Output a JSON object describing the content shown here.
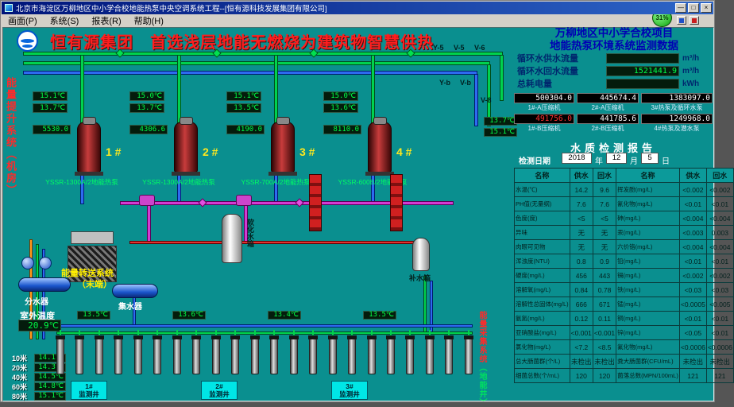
{
  "window": {
    "title": "北京市海淀区万柳地区中小学合校地能热泵中央空调系统工程--[恒有源科技发展集团有限公司]",
    "controls": {
      "minimize": "—",
      "maximize": "□",
      "close": "×"
    },
    "menu": [
      {
        "label": "画面(P)"
      },
      {
        "label": "系统(S)"
      },
      {
        "label": "报表(R)"
      },
      {
        "label": "帮助(H)"
      }
    ],
    "progress_badge": "31%"
  },
  "header": {
    "slogan": "恒有源集团　首选浅层地能无燃烧为建筑物智慧供热",
    "project_line1": "万柳地区中小学合校项目",
    "project_line2": "地能热泵环境系统监测数据"
  },
  "flows": [
    {
      "label": "循环水供水流量",
      "value": "",
      "unit": "m³/h"
    },
    {
      "label": "循环水回水流量",
      "value": "1521441.9",
      "unit": "m³/h"
    },
    {
      "label": "总耗电量",
      "value": "",
      "unit": "kWh"
    }
  ],
  "meters": [
    {
      "value": "500304.0",
      "label": "1#-A压缩机"
    },
    {
      "value": "445674.4",
      "label": "2#-A压缩机"
    },
    {
      "value": "1383097.0",
      "label": "3#热泵及循环水泵"
    },
    {
      "value": "491756.0",
      "label": "1#-B压缩机"
    },
    {
      "value": "441785.6",
      "label": "2#-B压缩机"
    },
    {
      "value": "1249968.0",
      "label": "4#热泵及潜水泵"
    }
  ],
  "units": [
    {
      "id": "1 #",
      "model": "YSSR-1300A/2地能热泵",
      "flow": "5530.0",
      "t_out": "15.1℃",
      "t_in": "13.7℃"
    },
    {
      "id": "2 #",
      "model": "YSSR-1300A/2地能热泵",
      "flow": "4306.6",
      "t_out": "15.0℃",
      "t_in": "13.7℃"
    },
    {
      "id": "3 #",
      "model": "YSSR-700A/2地能热泵",
      "flow": "4190.0",
      "t_out": "15.1℃",
      "t_in": "13.5℃"
    },
    {
      "id": "4 #",
      "model": "YSSR-600B/2地能热泵",
      "flow": "8110.0",
      "t_out": "15.0℃",
      "t_in": "13.6℃"
    }
  ],
  "pipe_labels": [
    "Y-5",
    "V-5",
    "V-6",
    "Y-b",
    "V-b",
    "V-8"
  ],
  "equipment": {
    "divider_label": "分水器",
    "collector_label": "集水器",
    "soft_tank_label": "软化水箱",
    "makeup_tank_label": "补水箱",
    "transfer_line1": "能量转送系统",
    "transfer_line2": "（末端）",
    "lift_system": "能量提升系统",
    "lift_system_sub": "（机房）",
    "collect_system": "能量采集系统",
    "collect_system_sub": "（地能井）"
  },
  "extra_sensors": [
    {
      "value": "13.5℃"
    },
    {
      "value": "13.6℃"
    },
    {
      "value": "13.4℃"
    },
    {
      "value": "13.5℃"
    },
    {
      "value": "13.7℃"
    },
    {
      "value": "15.1℃"
    }
  ],
  "outdoor": {
    "label": "室外温度",
    "value": "20.9℃"
  },
  "depths": [
    {
      "depth": "10米",
      "temp": "14.1℃"
    },
    {
      "depth": "20米",
      "temp": "14.3℃"
    },
    {
      "depth": "40米",
      "temp": "14.5℃"
    },
    {
      "depth": "60米",
      "temp": "14.8℃"
    },
    {
      "depth": "80米",
      "temp": "15.1℃"
    }
  ],
  "wells": {
    "monitors": [
      {
        "no": "1#",
        "name": "监测井"
      },
      {
        "no": "2#",
        "name": "监测井"
      },
      {
        "no": "3#",
        "name": "监测井"
      }
    ]
  },
  "water_quality": {
    "title": "水质检测报告",
    "date_label": "检测日期",
    "date": {
      "year": "2018",
      "year_unit": "年",
      "month": "12",
      "month_unit": "月",
      "day": "5",
      "day_unit": "日"
    },
    "headers": [
      "名称",
      "供水",
      "回水",
      "名称",
      "供水",
      "回水"
    ],
    "rows": [
      [
        "水温(℃)",
        "14.2",
        "9.6",
        "挥发酚(mg/L)",
        "<0.002",
        "<0.002"
      ],
      [
        "PH值(无量纲)",
        "7.6",
        "7.6",
        "氰化物(mg/L)",
        "<0.01",
        "<0.01"
      ],
      [
        "色度(度)",
        "<5",
        "<5",
        "砷(mg/L)",
        "<0.004",
        "<0.004"
      ],
      [
        "异味",
        "无",
        "无",
        "汞(mg/L)",
        "<0.003",
        "0.003"
      ],
      [
        "肉眼可见物",
        "无",
        "无",
        "六价铬(mg/L)",
        "<0.004",
        "<0.004"
      ],
      [
        "浑浊度(NTU)",
        "0.8",
        "0.9",
        "铅(mg/L)",
        "<0.01",
        "<0.01"
      ],
      [
        "硬度(mg/L)",
        "456",
        "443",
        "镉(mg/L)",
        "<0.002",
        "<0.002"
      ],
      [
        "溶解氧(mg/L)",
        "0.84",
        "0.78",
        "铁(mg/L)",
        "<0.03",
        "<0.03"
      ],
      [
        "溶解性总固体(mg/L)",
        "666",
        "671",
        "锰(mg/L)",
        "<0.0005",
        "<0.005"
      ],
      [
        "氨氮(mg/L)",
        "0.12",
        "0.11",
        "铜(mg/L)",
        "<0.01",
        "<0.01"
      ],
      [
        "亚硝酸盐(mg/L)",
        "<0.001",
        "<0.001",
        "锌(mg/L)",
        "<0.05",
        "<0.01"
      ],
      [
        "氯化物(mg/L)",
        "<7.2",
        "<8.5",
        "氟化物(mg/L)",
        "<0.0006",
        "<0.0006"
      ],
      [
        "总大肠菌群(个/L)",
        "未检出",
        "未检出",
        "粪大肠菌群(CFU/mL)",
        "未检出",
        "未检出"
      ],
      [
        "细菌总数(个/mL)",
        "120",
        "120",
        "菌落总数(MPN/100mL)",
        "121",
        "121"
      ]
    ]
  }
}
